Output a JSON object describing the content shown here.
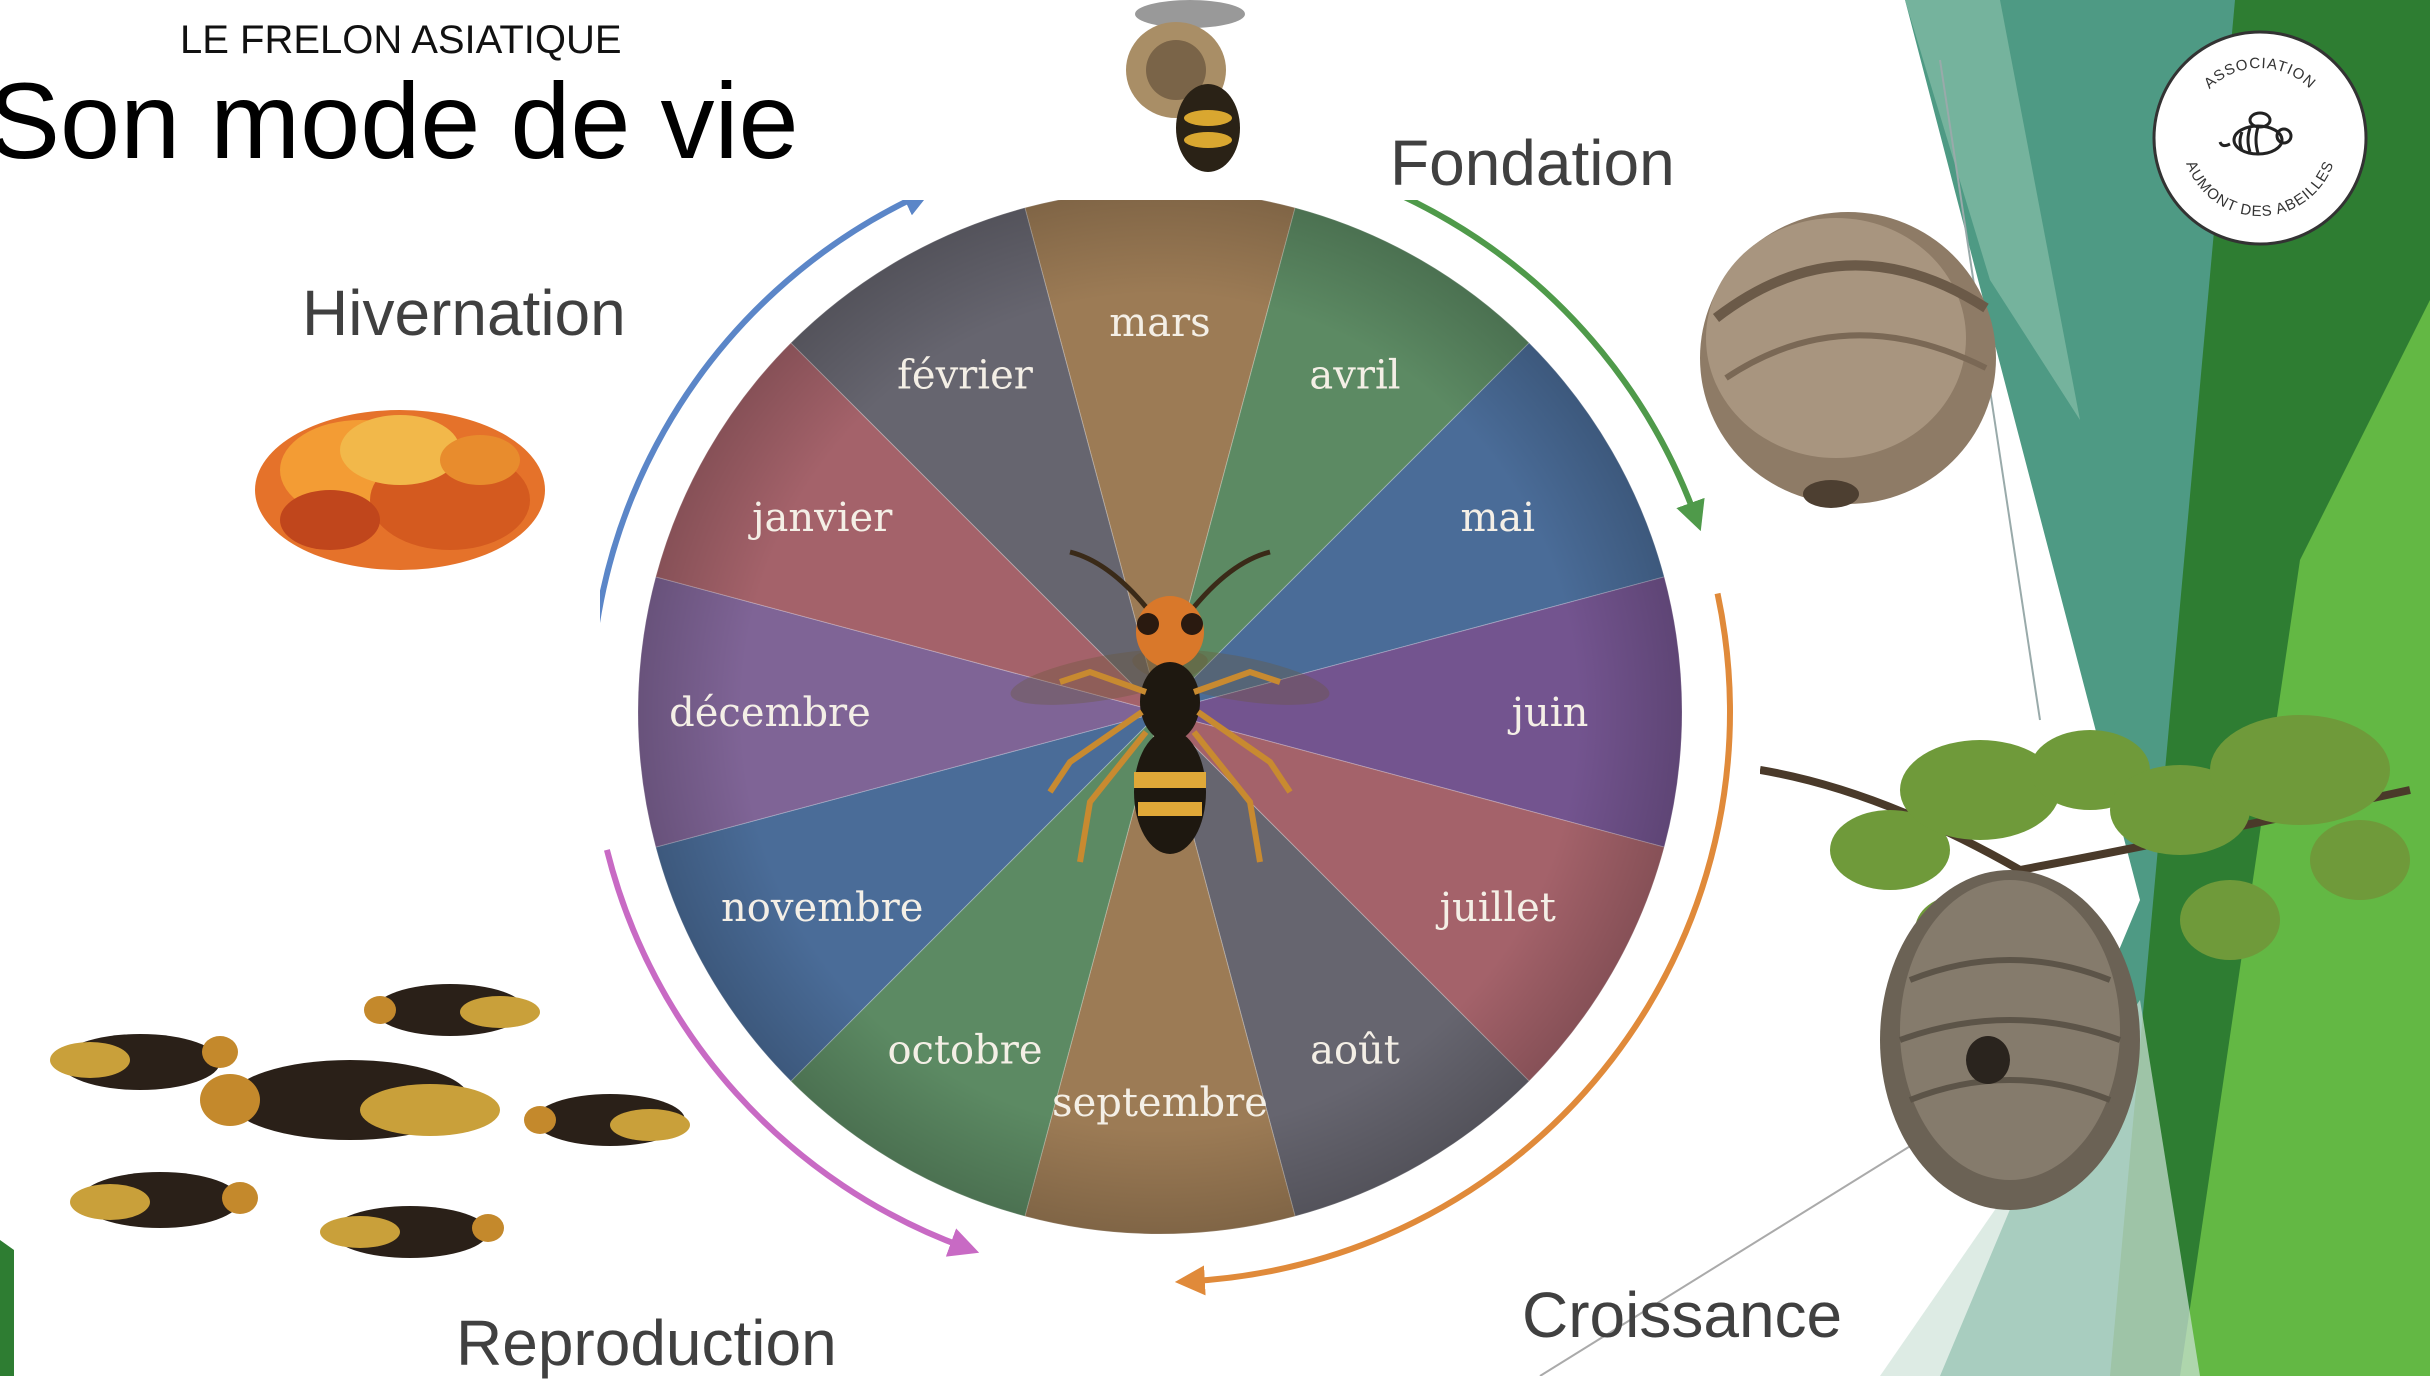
{
  "slide": {
    "supertitle": "LE FRELON ASIATIQUE",
    "title": "Son mode de vie"
  },
  "phases": {
    "hivernation": "Hivernation",
    "fondation": "Fondation",
    "croissance": "Croissance",
    "reproduction": "Reproduction"
  },
  "wheel": {
    "months": [
      {
        "label": "mars",
        "color": "#9c7b55"
      },
      {
        "label": "avril",
        "color": "#5c8a63"
      },
      {
        "label": "mai",
        "color": "#4a6c98"
      },
      {
        "label": "juin",
        "color": "#73548f"
      },
      {
        "label": "juillet",
        "color": "#a4626a"
      },
      {
        "label": "août",
        "color": "#66656f"
      },
      {
        "label": "septembre",
        "color": "#9c7b55"
      },
      {
        "label": "octobre",
        "color": "#5c8a63"
      },
      {
        "label": "novembre",
        "color": "#4a6c98"
      },
      {
        "label": "décembre",
        "color": "#7f6496"
      },
      {
        "label": "janvier",
        "color": "#a4626a"
      },
      {
        "label": "février",
        "color": "#66656f"
      }
    ],
    "arc_colors": {
      "fondation": "#4f9a4a",
      "croissance": "#e08a3a",
      "reproduction": "#c86ac4",
      "hivernation": "#5b86c8"
    }
  },
  "logo": {
    "top_text": "ASSOCIATION",
    "bottom_text": "AUMONT DES ABEILLES"
  },
  "theme": {
    "green_dark": "#2e7d32",
    "green_mid": "#3e9b5a",
    "green_teal": "#3f8f7a",
    "green_light": "#6ac04a"
  }
}
